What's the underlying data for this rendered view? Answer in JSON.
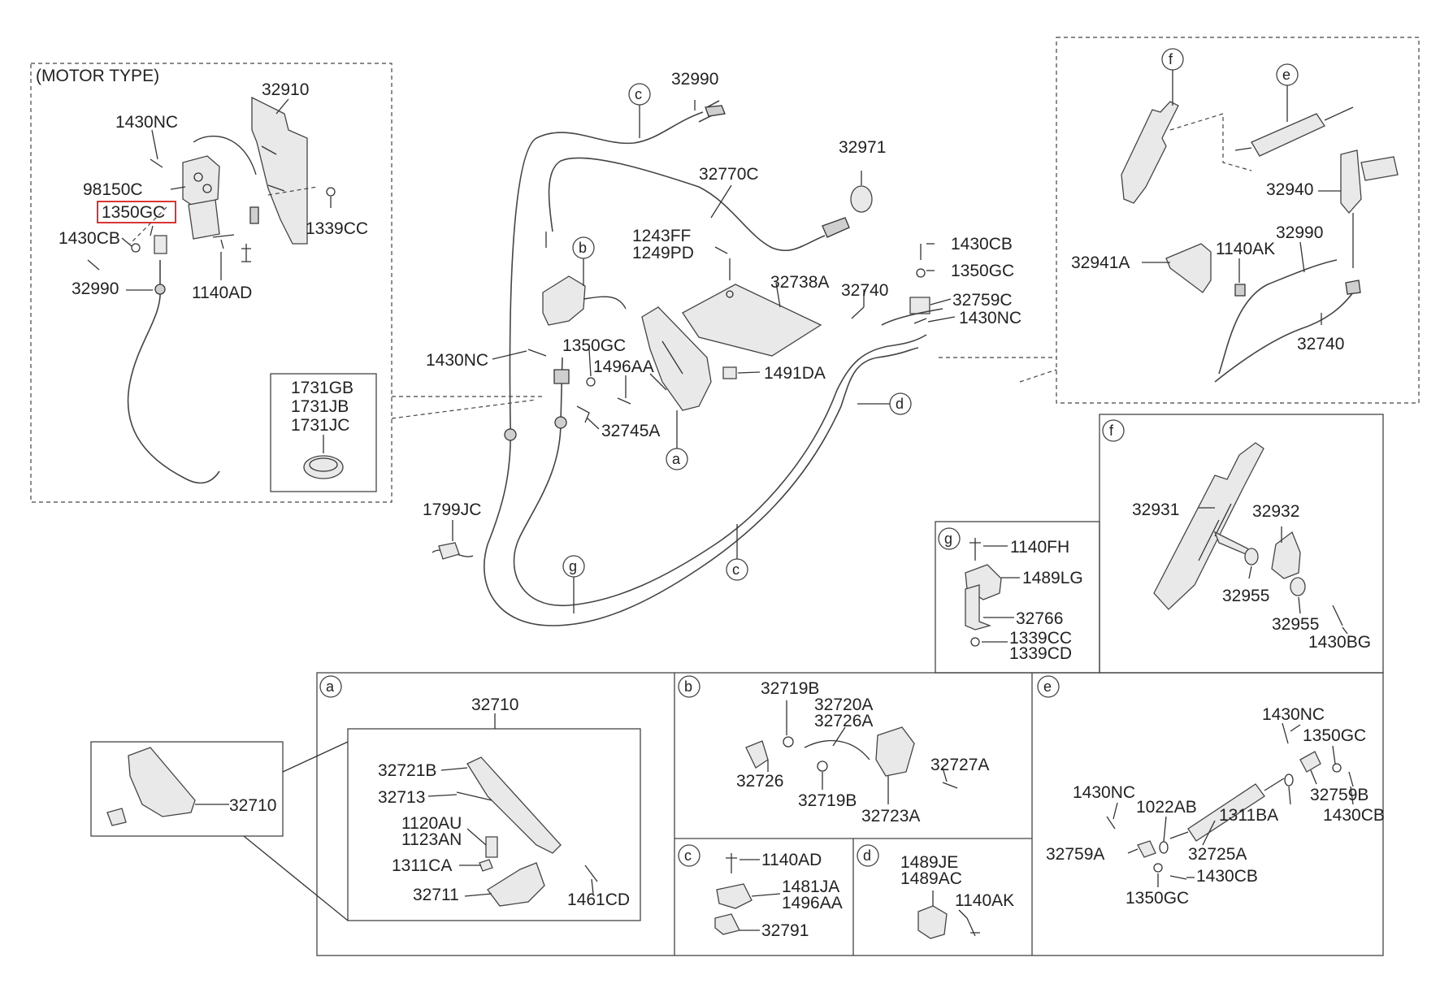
{
  "diagram": {
    "motor_type_title": "(MOTOR TYPE)",
    "circle_letters": {
      "a": "a",
      "b": "b",
      "c": "c",
      "d": "d",
      "e": "e",
      "f": "f",
      "g": "g"
    },
    "motor_section": {
      "labels": [
        "32910",
        "1430NC",
        "98150C",
        "1350GC",
        "1339CC",
        "1430CB",
        "1140AD",
        "32990"
      ],
      "highlighted": "1350GC"
    },
    "plug_box": {
      "labels": [
        "1731GB",
        "1731JB",
        "1731JC"
      ]
    },
    "main_assembly": {
      "labels": [
        "32990",
        "32971",
        "32770C",
        "1243FF",
        "1249PD",
        "32738A",
        "1430CB",
        "1350GC",
        "32740",
        "32759C",
        "1430NC",
        "1430NC",
        "1350GC",
        "1496AA",
        "1491DA",
        "32745A",
        "1799JC"
      ]
    },
    "top_right_section": {
      "labels": [
        "32940",
        "32941A",
        "1140AK",
        "32990",
        "32740"
      ]
    },
    "detail_f": {
      "labels": [
        "32931",
        "32932",
        "32955",
        "32955",
        "1430BG"
      ]
    },
    "detail_g": {
      "labels": [
        "1140FH",
        "1489LG",
        "32766",
        "1339CC",
        "1339CD"
      ]
    },
    "detail_a": {
      "labels": [
        "32710",
        "32721B",
        "32713",
        "1120AU",
        "1123AN",
        "1311CA",
        "32711",
        "1461CD"
      ],
      "pedal_callout": "32710"
    },
    "detail_b": {
      "labels": [
        "32719B",
        "32720A",
        "32726A",
        "32726",
        "32719B",
        "32727A",
        "32723A"
      ]
    },
    "detail_c": {
      "labels": [
        "1140AD",
        "1481JA",
        "1496AA",
        "32791"
      ]
    },
    "detail_d": {
      "labels": [
        "1489JE",
        "1489AC",
        "1140AK"
      ]
    },
    "detail_e": {
      "labels": [
        "1430NC",
        "1350GC",
        "1430NC",
        "1022AB",
        "32759B",
        "1311BA",
        "1430CB",
        "32759A",
        "32725A",
        "1430CB",
        "1350GC"
      ]
    }
  }
}
